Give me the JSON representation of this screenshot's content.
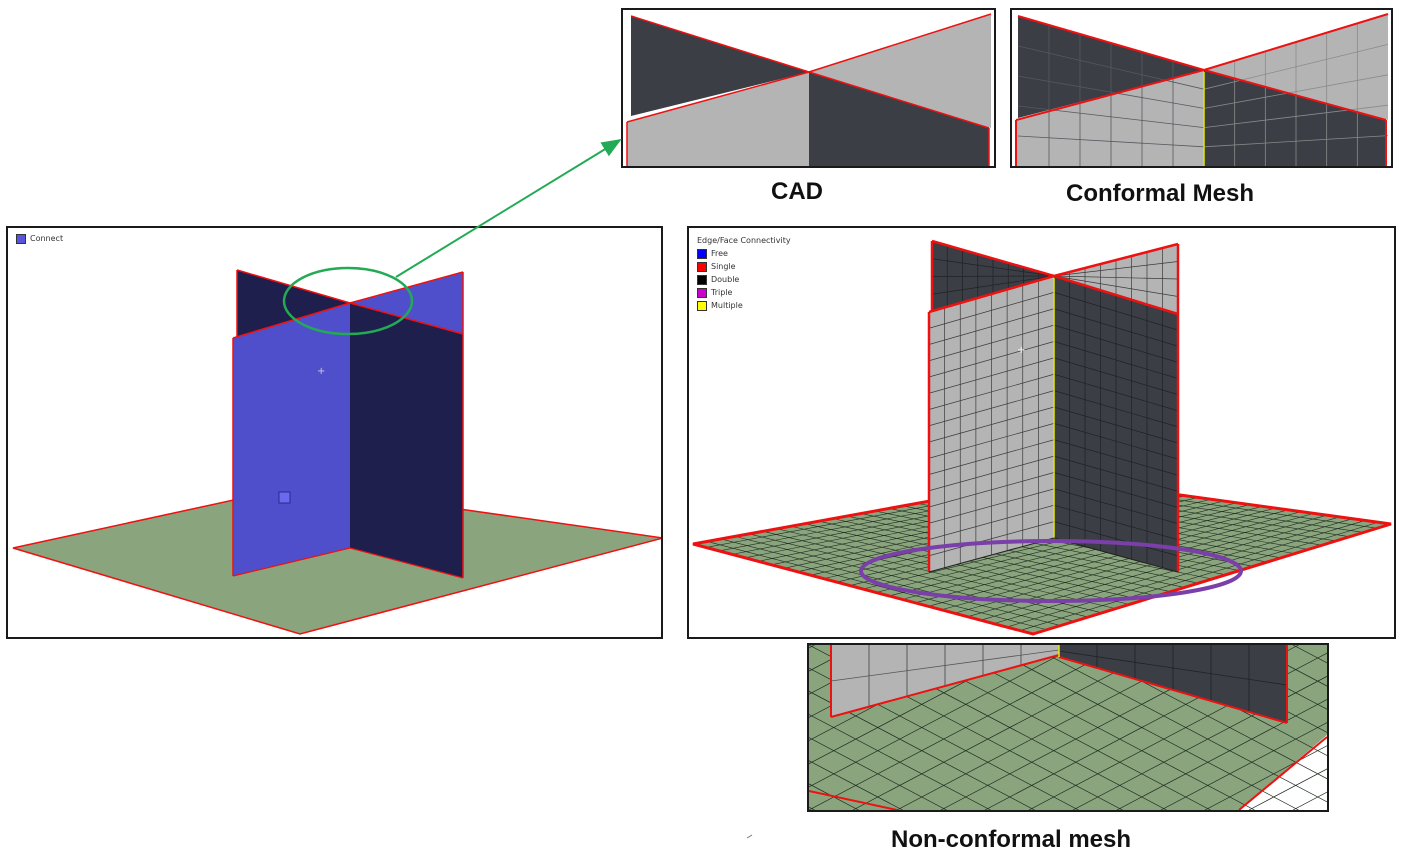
{
  "captions": {
    "cad": "CAD",
    "conformal": "Conformal Mesh",
    "nonconformal": "Non-conformal mesh"
  },
  "cad_viewport": {
    "legend_label": "Connect",
    "legend_color": "#5555dd"
  },
  "mesh_viewport": {
    "legend_title": "Edge/Face Connectivity",
    "legend_items": [
      {
        "label": "Free",
        "color": "#0000ff"
      },
      {
        "label": "Single",
        "color": "#ff0000"
      },
      {
        "label": "Double",
        "color": "#000000"
      },
      {
        "label": "Triple",
        "color": "#cc00cc"
      },
      {
        "label": "Multiple",
        "color": "#ffff00"
      }
    ]
  },
  "colors": {
    "plate_green": "#8aa57e",
    "panel_blue": "#4f4fcc",
    "panel_dark_blue": "#1f1f4d",
    "mesh_light": "#b4b4b4",
    "mesh_dark": "#3b3f45",
    "edge_red": "#ee1111",
    "arrow_green": "#22aa55",
    "ellipse_purple": "#7a3fa8"
  }
}
